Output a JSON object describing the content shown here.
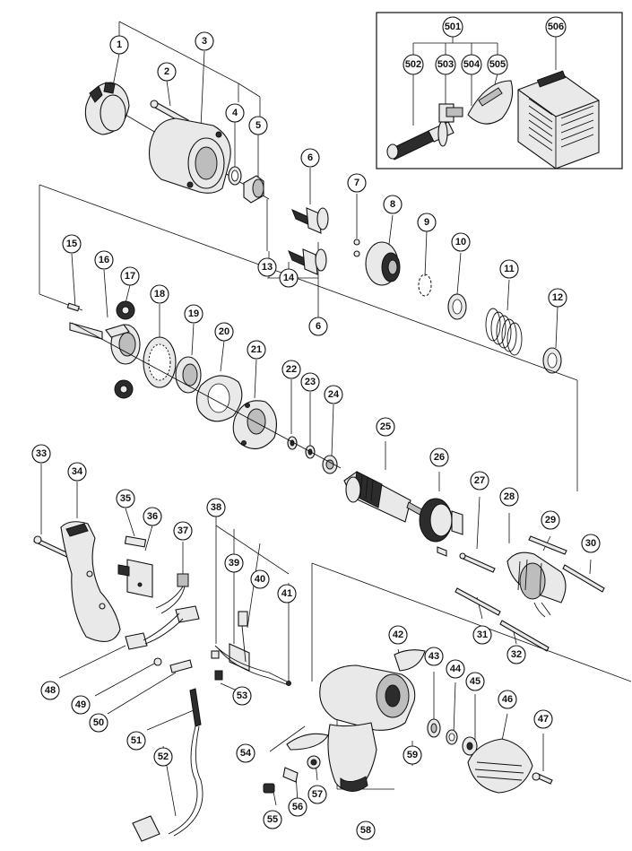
{
  "callouts": [
    "1",
    "2",
    "3",
    "4",
    "5",
    "6",
    "6",
    "7",
    "8",
    "9",
    "10",
    "11",
    "12",
    "13",
    "14",
    "15",
    "16",
    "17",
    "18",
    "19",
    "20",
    "21",
    "22",
    "23",
    "24",
    "25",
    "26",
    "27",
    "28",
    "29",
    "30",
    "31",
    "32",
    "33",
    "34",
    "35",
    "36",
    "37",
    "38",
    "39",
    "40",
    "41",
    "42",
    "43",
    "44",
    "45",
    "46",
    "47",
    "48",
    "49",
    "50",
    "51",
    "52",
    "53",
    "54",
    "55",
    "56",
    "57",
    "58",
    "59",
    "501",
    "502",
    "503",
    "504",
    "505",
    "506"
  ]
}
